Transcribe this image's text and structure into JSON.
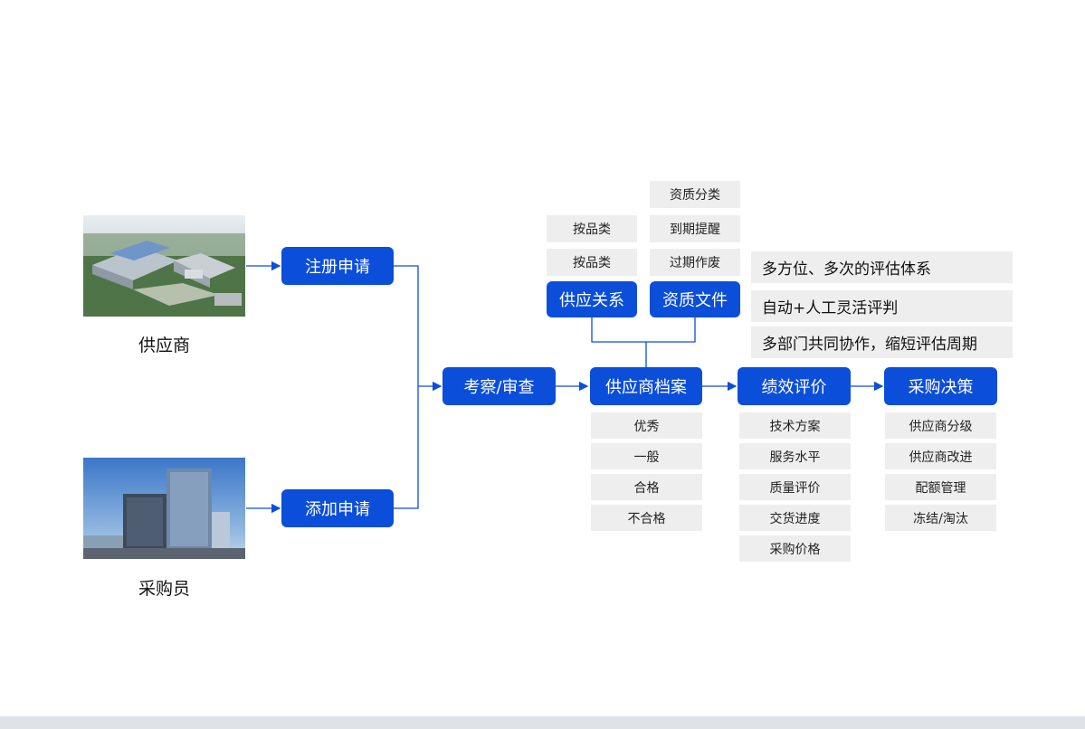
{
  "actors": {
    "supplier_label": "供应商",
    "buyer_label": "采购员"
  },
  "flow": {
    "register": "注册申请",
    "add": "添加申请",
    "review": "考察/审查",
    "archive": "供应商档案",
    "performance": "绩效评价",
    "decision": "采购决策",
    "relation": "供应关系",
    "qualification": "资质文件"
  },
  "relation_tags": [
    "按品类",
    "按品类"
  ],
  "qualification_tags": [
    "资质分类",
    "到期提醒",
    "过期作废"
  ],
  "archive_tags": [
    "优秀",
    "一般",
    "合格",
    "不合格"
  ],
  "performance_tags": [
    "技术方案",
    "服务水平",
    "质量评价",
    "交货进度",
    "采购价格"
  ],
  "decision_tags": [
    "供应商分级",
    "供应商改进",
    "配额管理",
    "冻结/淘汰"
  ],
  "notes": [
    "多方位、多次的评估体系",
    "自动+人工灵活评判",
    "多部门共同协作，缩短评估周期"
  ],
  "colors": {
    "primary": "#0b4ed9",
    "tag_bg": "#eeeeee"
  },
  "icons": [
    "factory-photo",
    "office-building-photo"
  ]
}
